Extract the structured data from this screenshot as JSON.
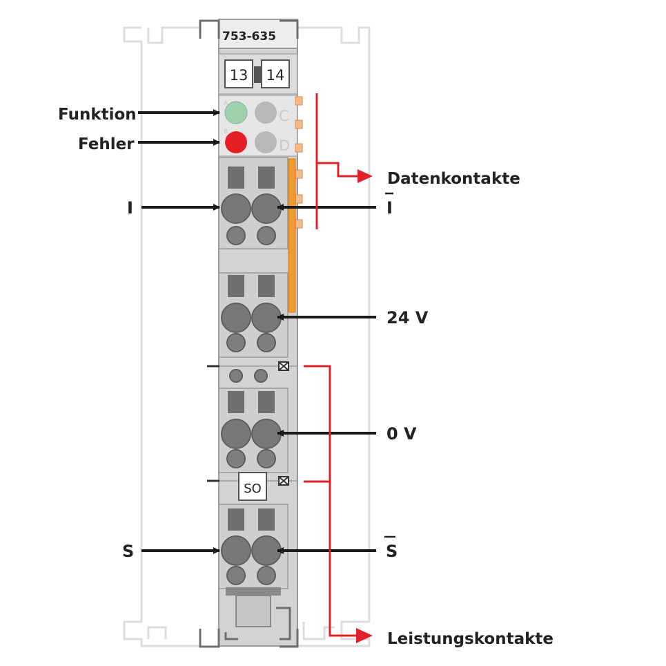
{
  "module": {
    "part_number": "753-635",
    "marker_left": "13",
    "marker_right": "14",
    "marker_so": "SO",
    "led_letters": [
      "A",
      "B"
    ],
    "led_side_letters": [
      "C",
      "D"
    ]
  },
  "labels": {
    "funktion": "Funktion",
    "fehler": "Fehler",
    "i": "I",
    "i_bar": "I",
    "s": "S",
    "s_bar": "S",
    "v24": "24 V",
    "v0": "0 V",
    "datenkontakte": "Datenkontakte",
    "leistungskontakte": "Leistungskontakte"
  },
  "colors": {
    "arrow": "#1a1a1a",
    "red_bracket": "#e0202a",
    "led_green": "#9ed2ae",
    "led_red": "#e31e24",
    "module_body": "#d3d3d3",
    "orange_contact": "#f29b2e"
  }
}
